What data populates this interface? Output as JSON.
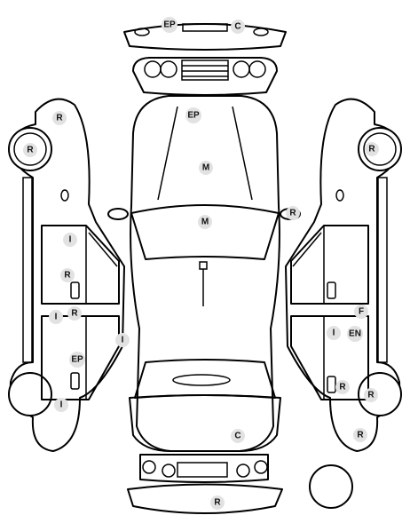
{
  "markers": [
    {
      "id": "front-bumper-ep",
      "code": "EP"
    },
    {
      "id": "front-bumper-c",
      "code": "C"
    },
    {
      "id": "hood-ep",
      "code": "EP"
    },
    {
      "id": "hood-m",
      "code": "M"
    },
    {
      "id": "windshield-m",
      "code": "M"
    },
    {
      "id": "right-mirror-r",
      "code": "R"
    },
    {
      "id": "left-fender-r",
      "code": "R"
    },
    {
      "id": "left-front-wheel-r",
      "code": "R"
    },
    {
      "id": "left-front-door-i",
      "code": "I"
    },
    {
      "id": "left-front-door-r",
      "code": "R"
    },
    {
      "id": "left-rear-door-i",
      "code": "I"
    },
    {
      "id": "left-rear-door-r",
      "code": "R"
    },
    {
      "id": "roof-i",
      "code": "I"
    },
    {
      "id": "left-rear-door-ep",
      "code": "EP"
    },
    {
      "id": "left-rear-wheel-i",
      "code": "I"
    },
    {
      "id": "right-front-wheel-r",
      "code": "R"
    },
    {
      "id": "right-front-door-f",
      "code": "F"
    },
    {
      "id": "right-rear-door-i",
      "code": "I"
    },
    {
      "id": "right-rear-door-en",
      "code": "EN"
    },
    {
      "id": "right-rear-wheel-r",
      "code": "R"
    },
    {
      "id": "right-rear-quarter-r",
      "code": "R"
    },
    {
      "id": "right-rear-bumper-r",
      "code": "R"
    },
    {
      "id": "trunk-c",
      "code": "C"
    },
    {
      "id": "rear-bumper-r",
      "code": "R"
    }
  ]
}
